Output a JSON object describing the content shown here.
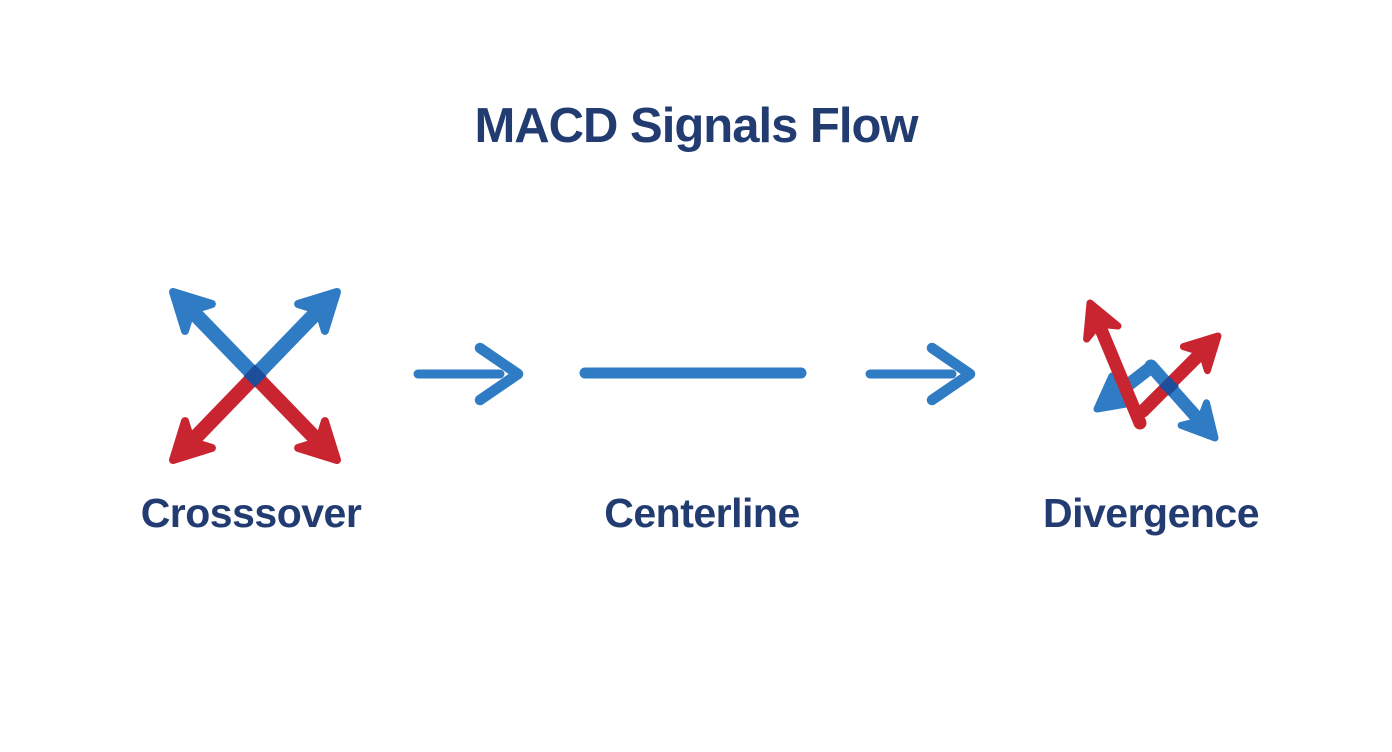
{
  "title": "MACD Signals Flow",
  "colors": {
    "background": "#ffffff",
    "text_navy": "#223c72",
    "arrow_blue": "#2f7cc4",
    "arrow_red": "#c92531",
    "overlap_navy": "#1d4d9b"
  },
  "flow": {
    "stages": [
      {
        "id": "crossover",
        "label": "Crosssover",
        "icon": "crossover-arrows-icon"
      },
      {
        "id": "centerline",
        "label": "Centerline",
        "icon": "centerline-icon"
      },
      {
        "id": "divergence",
        "label": "Divergence",
        "icon": "divergence-arrows-icon"
      }
    ],
    "connectors": [
      {
        "icon": "right-arrow-icon"
      },
      {
        "icon": "right-arrow-icon"
      }
    ]
  }
}
